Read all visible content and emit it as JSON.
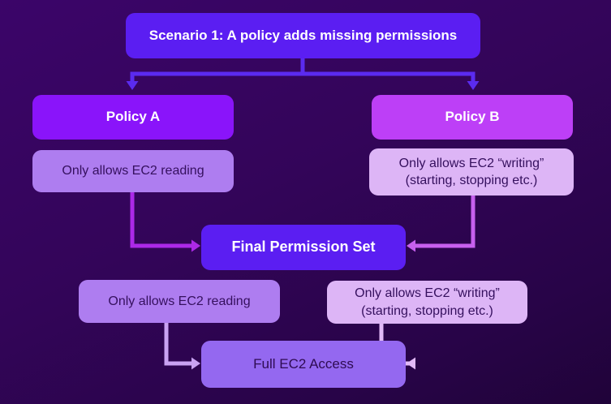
{
  "diagram": {
    "title": "Scenario 1: A policy adds missing permissions",
    "nodes": {
      "policy_a": "Policy A",
      "policy_b": "Policy B",
      "policy_a_desc": "Only allows EC2 reading",
      "policy_b_desc": "Only allows EC2 “writing”\n(starting, stopping etc.)",
      "final_set": "Final Permission Set",
      "final_reading_desc": "Only allows EC2 reading",
      "final_writing_desc": "Only allows EC2 “writing”\n(starting, stopping etc.)",
      "full_access": "Full EC2 Access"
    },
    "colors": {
      "background_top": "#3B0569",
      "background_bottom": "#200339",
      "header_box": "#5B1EF2",
      "policy_a_box": "#8A14FA",
      "policy_b_box": "#BD3FF7",
      "desc_box_lavender": "#AE7DF0",
      "desc_box_pink": "#DDB5F6",
      "full_access_box": "#9468F0",
      "header_text": "#FFFFFF",
      "body_text": "#35105E",
      "connector_top": "#5B2BF0",
      "connector_mid_left": "#AC29E8",
      "connector_mid_right": "#C760EE",
      "connector_bottom_left": "#C9A2F2",
      "connector_bottom_right": "#E2BAF8"
    }
  }
}
